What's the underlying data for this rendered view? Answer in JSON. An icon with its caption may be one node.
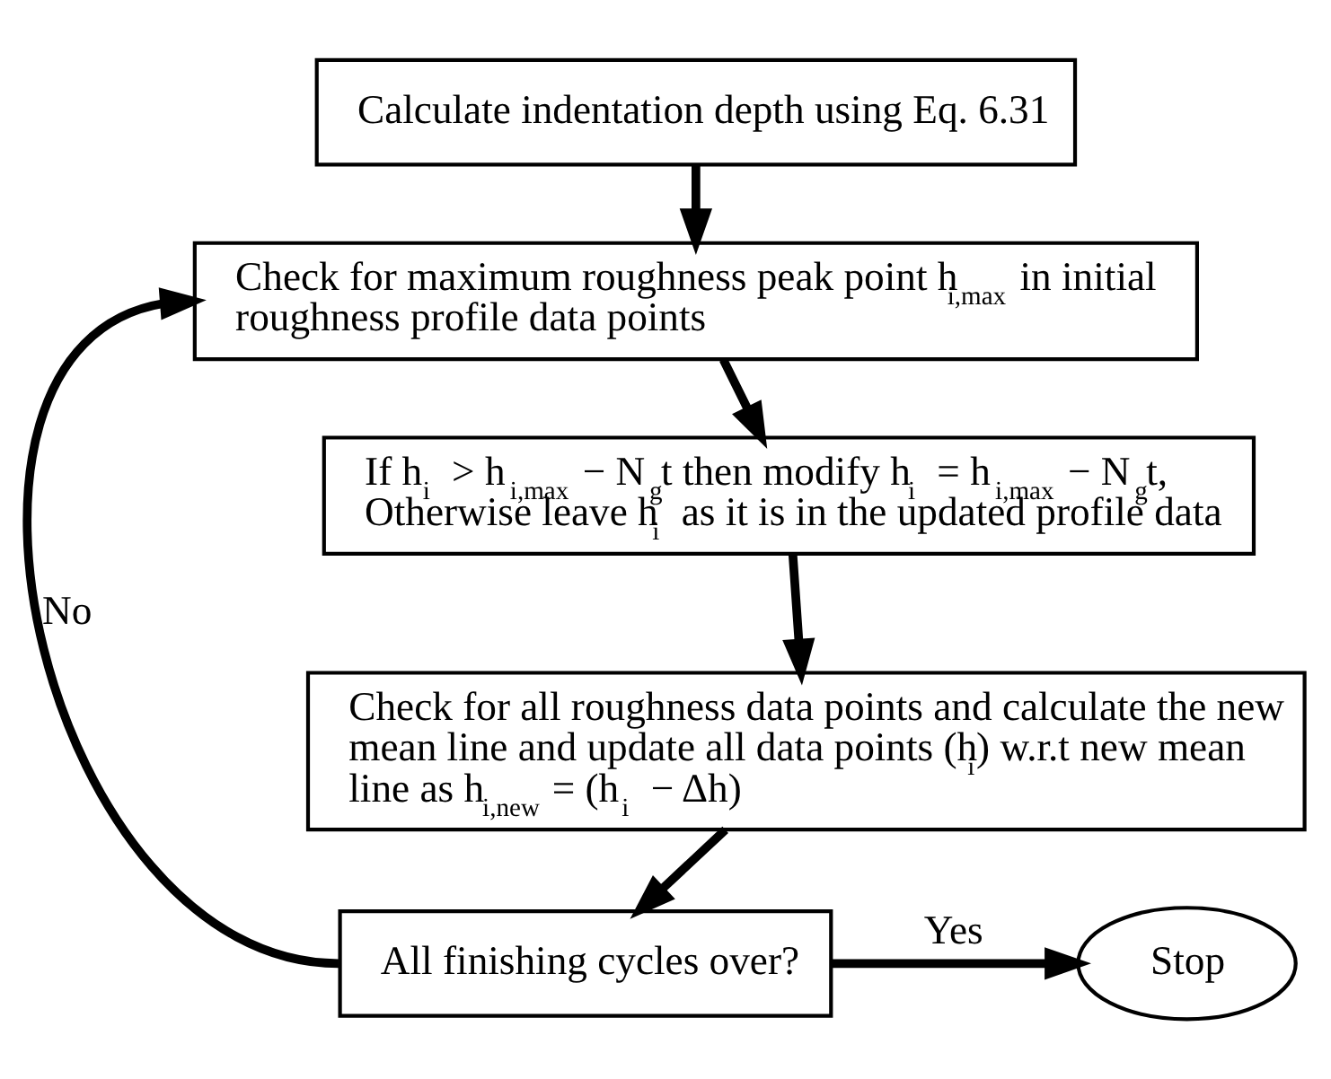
{
  "diagram": {
    "nodes": [
      {
        "text": [
          "Calculate indentation depth using Eq. 6.31"
        ]
      },
      {
        "text": [
          "Check for maximum roughness peak point h$_{i,max}$ in initial roughness profile data points"
        ]
      },
      {
        "text": [
          "If h$_{i}$ > h$_{i,max}$ − N$_{g}$t then modify h$_{i}$ = h$_{i,max}$ − N$_{g}$t, Otherwise leave h$_{i}$ as it is in the updated profile data"
        ]
      },
      {
        "text": [
          "Check for all roughness data points and calculate the new mean line and update all data points (h$_{i}$) w.r.t new mean line as h$_{i,new}$ = (h$_{i}$ − Δh)"
        ]
      },
      {
        "text": [
          "All finishing cycles over?"
        ]
      },
      {
        "text": [
          "Stop"
        ]
      }
    ],
    "edges": [
      {
        "from": 0,
        "to": 1,
        "arrow": "to"
      },
      {
        "from": 1,
        "to": 2,
        "arrow": "to"
      },
      {
        "from": 2,
        "to": 3,
        "arrow": "to"
      },
      {
        "from": 3,
        "to": 4,
        "arrow": "to"
      },
      {
        "from": 4,
        "to": 1,
        "arrow": "to",
        "label": "No"
      },
      {
        "from": 4,
        "to": 5,
        "arrow": "to",
        "label": "Yes"
      }
    ]
  }
}
